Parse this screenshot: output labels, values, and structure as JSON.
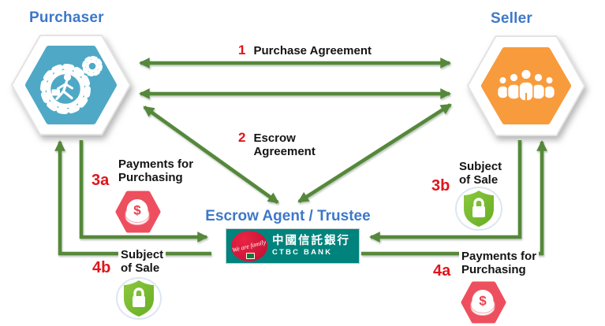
{
  "diagram": {
    "purchaser": {
      "label": "Purchaser"
    },
    "seller": {
      "label": "Seller"
    },
    "escrow": {
      "label": "Escrow Agent / Trustee",
      "bank_name_zh": "中國信託銀行",
      "bank_name_en": "CTBC BANK",
      "bank_tagline": "We are family"
    },
    "flows": [
      {
        "num": "1",
        "line1": "Purchase Agreement",
        "line2": ""
      },
      {
        "num": "2",
        "line1": "Escrow",
        "line2": "Agreement"
      },
      {
        "num": "3a",
        "line1": "Payments for",
        "line2": "Purchasing"
      },
      {
        "num": "3b",
        "line1": "Subject",
        "line2": "of Sale"
      },
      {
        "num": "4b",
        "line1": "Subject",
        "line2": "of Sale"
      },
      {
        "num": "4a",
        "line1": "Payments for",
        "line2": "Purchasing"
      }
    ],
    "icons": {
      "money_symbol": "$"
    },
    "colors": {
      "arrow_green": "#55883a",
      "title_blue": "#3d78c9",
      "number_red": "#e0151b",
      "purchaser_hex": "#4fa9c6",
      "seller_hex": "#f89b3c",
      "money_red": "#ee4f5e",
      "shield_green": "#72b72b",
      "bank_teal": "#00837c"
    }
  }
}
